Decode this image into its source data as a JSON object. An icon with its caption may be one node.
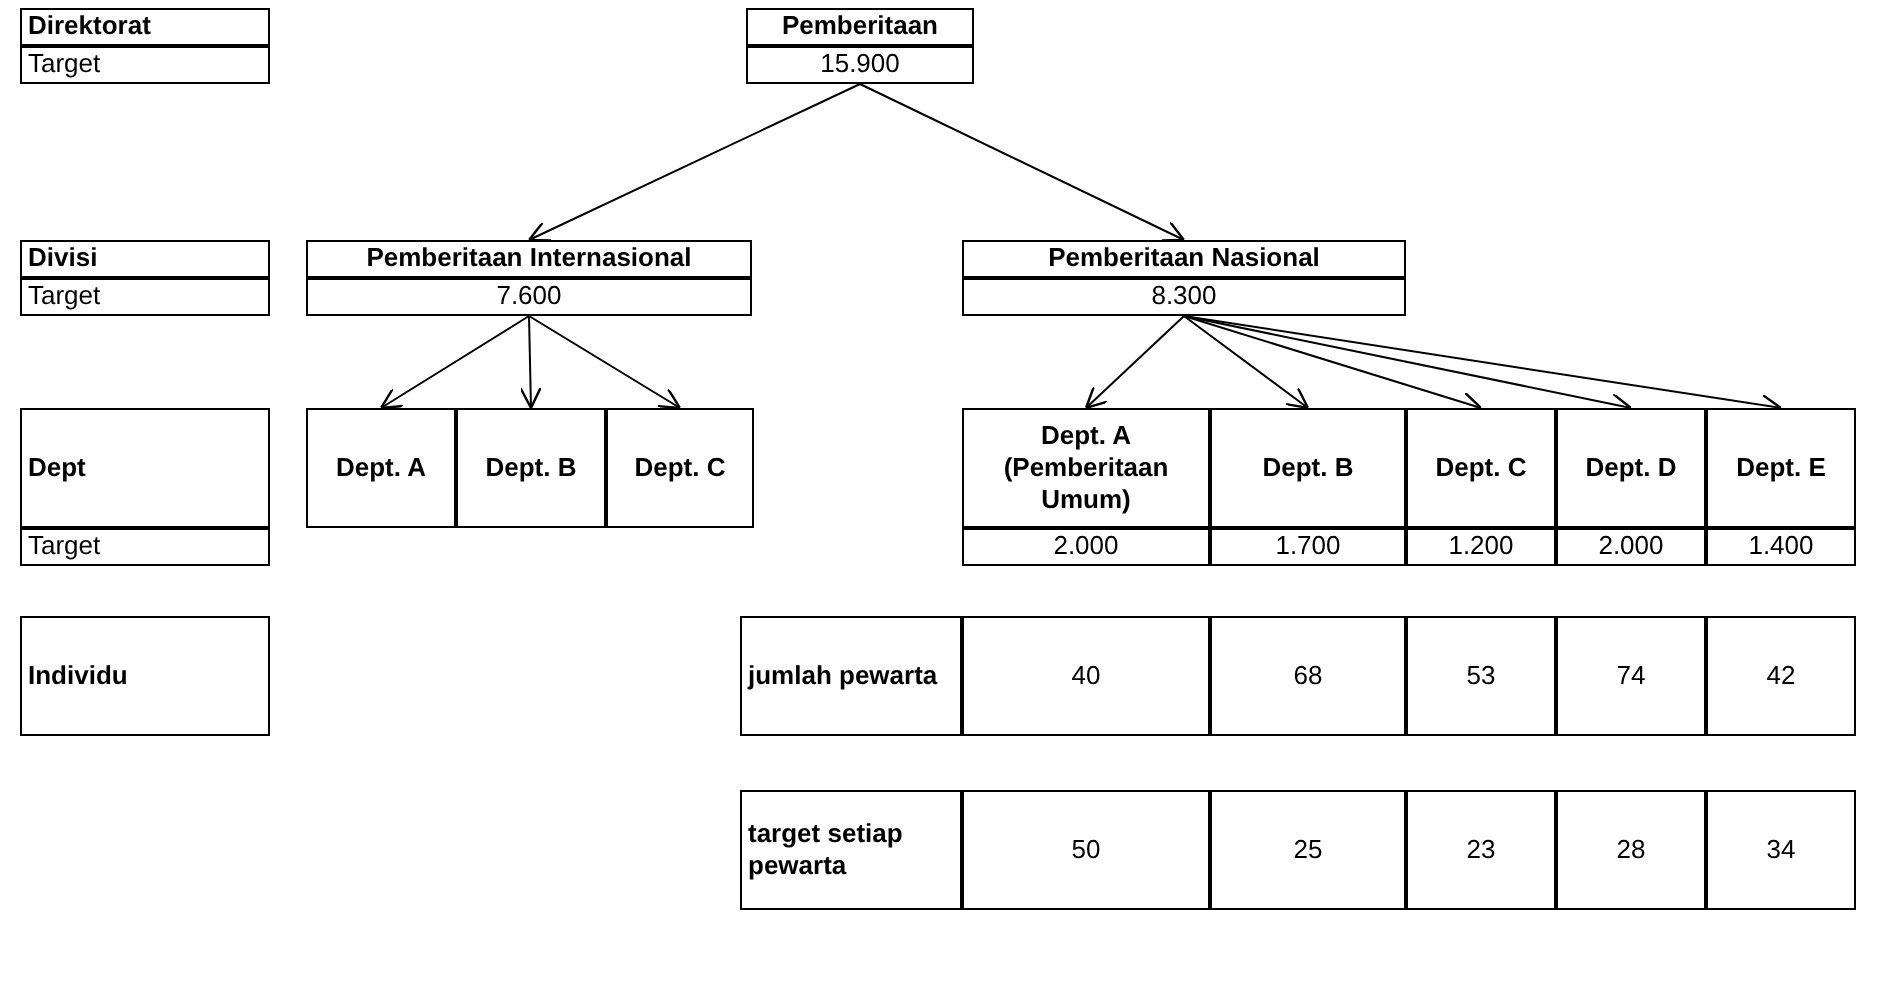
{
  "diagram": {
    "nodes": [
      {
        "text": [
          "Direktorat",
          "Target"
        ]
      },
      {
        "text": [
          "Pemberitaan",
          "15.900"
        ]
      },
      {
        "text": [
          "Divisi",
          "Target"
        ]
      },
      {
        "text": [
          "Pemberitaan Internasional",
          "7.600"
        ]
      },
      {
        "text": [
          "Pemberitaan Nasional",
          "8.300"
        ]
      },
      {
        "text": [
          "Dept",
          "Target"
        ]
      },
      {
        "text": [
          "Dept. A"
        ]
      },
      {
        "text": [
          "Dept. B"
        ]
      },
      {
        "text": [
          "Dept. C"
        ]
      },
      {
        "text": [
          "Dept. A (Pemberitaan Umum)",
          "2.000"
        ]
      },
      {
        "text": [
          "Dept. B",
          "1.700"
        ]
      },
      {
        "text": [
          "Dept. C",
          "1.200"
        ]
      },
      {
        "text": [
          "Dept. D",
          "2.000"
        ]
      },
      {
        "text": [
          "Dept. E",
          "1.400"
        ]
      },
      {
        "text": [
          "Individu"
        ]
      },
      {
        "text": [
          "jumlah pewarta"
        ]
      },
      {
        "text": [
          "40"
        ]
      },
      {
        "text": [
          "68"
        ]
      },
      {
        "text": [
          "53"
        ]
      },
      {
        "text": [
          "74"
        ]
      },
      {
        "text": [
          "42"
        ]
      },
      {
        "text": [
          "target setiap pewarta"
        ]
      },
      {
        "text": [
          "50"
        ]
      },
      {
        "text": [
          "25"
        ]
      },
      {
        "text": [
          "23"
        ]
      },
      {
        "text": [
          "28"
        ]
      },
      {
        "text": [
          "34"
        ]
      }
    ],
    "edges": [
      {
        "from": 1,
        "to": 3,
        "arrow": "to"
      },
      {
        "from": 1,
        "to": 4,
        "arrow": "to"
      },
      {
        "from": 3,
        "to": 6,
        "arrow": "to"
      },
      {
        "from": 3,
        "to": 7,
        "arrow": "to"
      },
      {
        "from": 3,
        "to": 8,
        "arrow": "to"
      },
      {
        "from": 4,
        "to": 9,
        "arrow": "to"
      },
      {
        "from": 4,
        "to": 10,
        "arrow": "to"
      },
      {
        "from": 4,
        "to": 11,
        "arrow": "to"
      },
      {
        "from": 4,
        "to": 12,
        "arrow": "to"
      },
      {
        "from": 4,
        "to": 13,
        "arrow": "to"
      }
    ]
  }
}
